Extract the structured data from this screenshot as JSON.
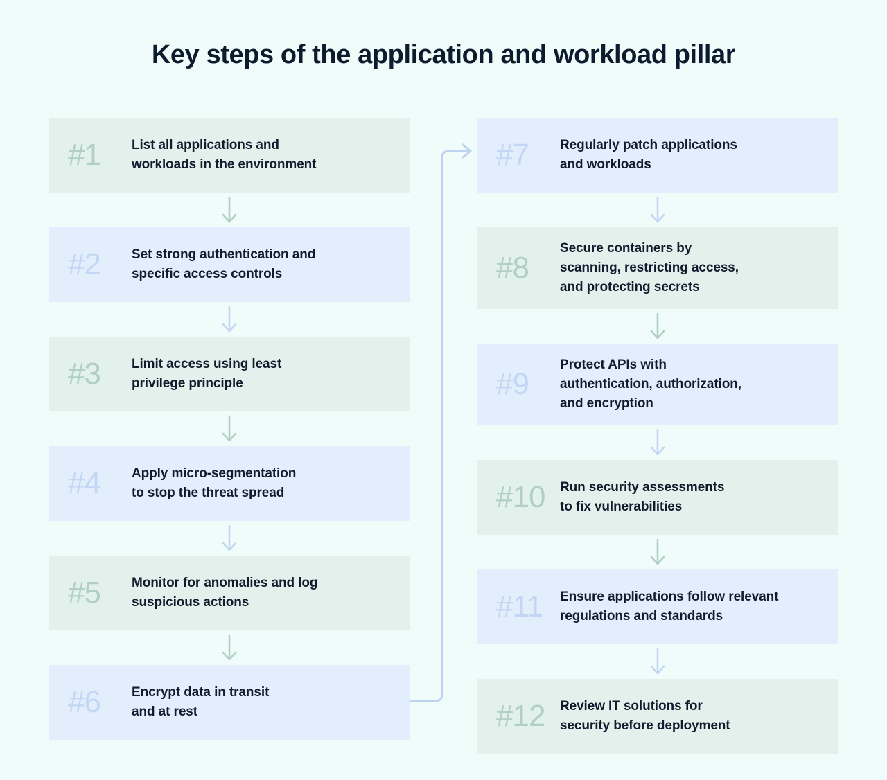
{
  "title": "Key steps of the application and workload pillar",
  "colors": {
    "page_background": "#effcf9",
    "card_green": "#e3f1ed",
    "card_blue": "#e2eefb",
    "number_green": "#b2cfc6",
    "number_blue": "#c3d6f3",
    "text_dark": "#101c2e",
    "title_dark": "#0d1b2e",
    "arrow_green": "#b2cfc6",
    "arrow_blue": "#c3d6f3",
    "connector_blue": "#bdd3f0"
  },
  "columns": {
    "left": {
      "steps": [
        {
          "number": "#1",
          "text": "List all applications and\nworkloads in the environment",
          "tone": "green"
        },
        {
          "number": "#2",
          "text": "Set strong authentication and\nspecific access controls",
          "tone": "blue"
        },
        {
          "number": "#3",
          "text": "Limit access using least\nprivilege principle",
          "tone": "green"
        },
        {
          "number": "#4",
          "text": "Apply micro-segmentation\nto stop the threat spread",
          "tone": "blue"
        },
        {
          "number": "#5",
          "text": "Monitor for anomalies and log\nsuspicious actions",
          "tone": "green"
        },
        {
          "number": "#6",
          "text": "Encrypt data in transit\nand at rest",
          "tone": "blue"
        }
      ]
    },
    "right": {
      "steps": [
        {
          "number": "#7",
          "text": "Regularly patch applications\nand workloads",
          "tone": "blue"
        },
        {
          "number": "#8",
          "text": "Secure containers by\nscanning, restricting access,\nand protecting secrets",
          "tone": "green"
        },
        {
          "number": "#9",
          "text": "Protect APIs with\nauthentication, authorization,\nand encryption",
          "tone": "blue"
        },
        {
          "number": "#10",
          "text": "Run security assessments\nto fix vulnerabilities",
          "tone": "green"
        },
        {
          "number": "#11",
          "text": "Ensure applications follow relevant\nregulations and standards",
          "tone": "blue"
        },
        {
          "number": "#12",
          "text": "Review IT solutions for\nsecurity before deployment",
          "tone": "green"
        }
      ]
    }
  },
  "connectors": {
    "down_arrow_icon": "arrow-down-icon",
    "column_link_icon": "arrow-right-elbow-icon"
  },
  "chart_data": {
    "type": "table",
    "title": "Key steps of the application and workload pillar",
    "flow": "sequential 1-12, left column top-to-bottom then right column top-to-bottom",
    "steps": [
      {
        "n": 1,
        "label": "List all applications and workloads in the environment"
      },
      {
        "n": 2,
        "label": "Set strong authentication and specific access controls"
      },
      {
        "n": 3,
        "label": "Limit access using least privilege principle"
      },
      {
        "n": 4,
        "label": "Apply micro-segmentation to stop the threat spread"
      },
      {
        "n": 5,
        "label": "Monitor for anomalies and log suspicious actions"
      },
      {
        "n": 6,
        "label": "Encrypt data in transit and at rest"
      },
      {
        "n": 7,
        "label": "Regularly patch applications and workloads"
      },
      {
        "n": 8,
        "label": "Secure containers by scanning, restricting access, and protecting secrets"
      },
      {
        "n": 9,
        "label": "Protect APIs with authentication, authorization, and encryption"
      },
      {
        "n": 10,
        "label": "Run security assessments to fix vulnerabilities"
      },
      {
        "n": 11,
        "label": "Ensure applications follow relevant regulations and standards"
      },
      {
        "n": 12,
        "label": "Review IT solutions for security before deployment"
      }
    ]
  }
}
